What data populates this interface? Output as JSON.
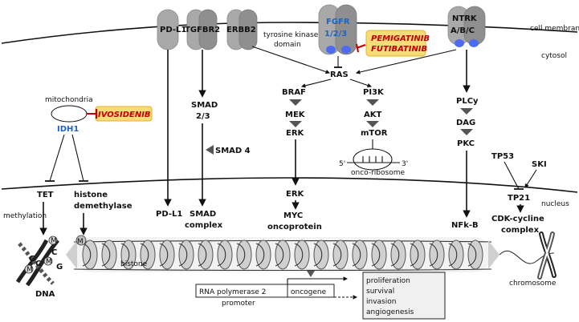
{
  "membrane": {
    "cell_membrane": "cell membrane",
    "cytosol": "cytosol",
    "nucleus": "nucleus"
  },
  "receptors": {
    "pdl1": "PD-L1",
    "tgfbr2": "TGFBR2",
    "erbb2": "ERBB2",
    "fgfr_line1": "FGFR",
    "fgfr_line2": "1/2/3",
    "ntrk_line1": "NTRK",
    "ntrk_line2": "A/B/C",
    "tk_domain_line1": "tyrosine kinase",
    "tk_domain_line2": "domain"
  },
  "drugs": {
    "fgfr_drug1": "PEMIGATINIB",
    "fgfr_drug2": "FUTIBATINIB",
    "idh_drug": "IVOSIDENIB"
  },
  "mito": {
    "mitochondria": "mitochondria",
    "idh1": "IDH1",
    "tet": "TET",
    "histone_demethylase_line1": "histone",
    "histone_demethylase_line2": "demethylase",
    "methylation": "methylation"
  },
  "pathways": {
    "ras": "RAS",
    "braf": "BRAF",
    "mek": "MEK",
    "erk": "ERK",
    "pi3k": "PI3K",
    "akt": "AKT",
    "mtor": "mTOR",
    "ribo_5": "5'",
    "ribo_3": "3'",
    "onco_ribosome": "onco-ribosome",
    "plcy": "PLCy",
    "dag": "DAG",
    "pkc": "PKC",
    "smad23_line1": "SMAD",
    "smad23_line2": "2/3",
    "smad4": "SMAD 4",
    "tp53": "TP53",
    "ski": "SKI",
    "tp21": "TP21"
  },
  "nuclear": {
    "pdl1": "PD-L1",
    "smad_complex_line1": "SMAD",
    "smad_complex_line2": "complex",
    "nuc_erk": "ERK",
    "myc_line1": "MYC",
    "myc_line2": "oncoprotein",
    "nfkb": "NFk-B",
    "cdk_line1": "CDK-cycline",
    "cdk_line2": "complex",
    "histone": "histone",
    "dna": "DNA",
    "chromosome": "chromosome",
    "m": "M",
    "base_c": "C",
    "base_g": "G"
  },
  "transcription": {
    "rna_pol_line1": "RNA polymerase 2",
    "rna_pol_line2": "promoter",
    "oncogene": "oncogene",
    "outcomes": [
      "proliferation",
      "survival",
      "invasion",
      "angiogenesis"
    ]
  }
}
